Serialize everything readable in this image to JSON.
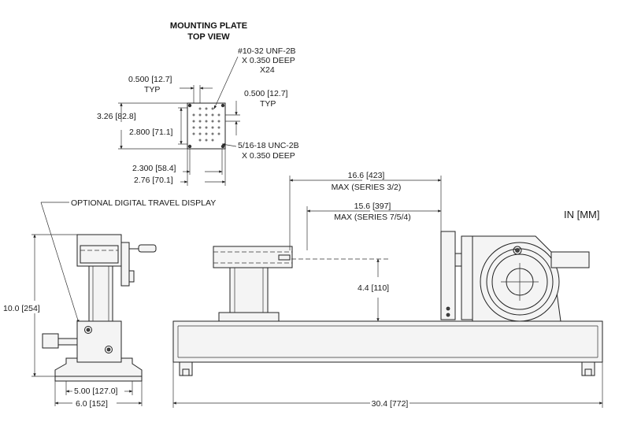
{
  "plate": {
    "title_1": "MOUNTING PLATE",
    "title_2": "TOP VIEW",
    "thread_1": "#10-32 UNF-2B",
    "thread_1_depth": "X 0.350 DEEP",
    "thread_1_qty": "X24",
    "pitch_left": "0.500 [12.7]",
    "pitch_left_typ": "TYP",
    "pitch_right": "0.500 [12.7]",
    "pitch_right_typ": "TYP",
    "height_outer": "3.26 [82.8]",
    "height_inner": "2.800 [71.1]",
    "thread_2": "5/16-18 UNC-2B",
    "thread_2_depth": "X 0.350 DEEP",
    "width_inner": "2.300 [58.4]",
    "width_outer": "2.76 [70.1]"
  },
  "side": {
    "display_note": "OPTIONAL DIGITAL TRAVEL DISPLAY",
    "height": "10.0 [254]",
    "width_inner": "5.00 [127.0]",
    "width_outer": "6.0 [152]"
  },
  "front": {
    "max_32": "16.6 [423]",
    "max_32_note": "MAX (SERIES 3/2)",
    "max_754": "15.6 [397]",
    "max_754_note": "MAX (SERIES 7/5/4)",
    "center_height": "4.4 [110]",
    "length": "30.4 [772]"
  },
  "units": "IN [MM]",
  "icons": {
    "handwheel": "handwheel-icon",
    "motor": "motor-icon"
  }
}
